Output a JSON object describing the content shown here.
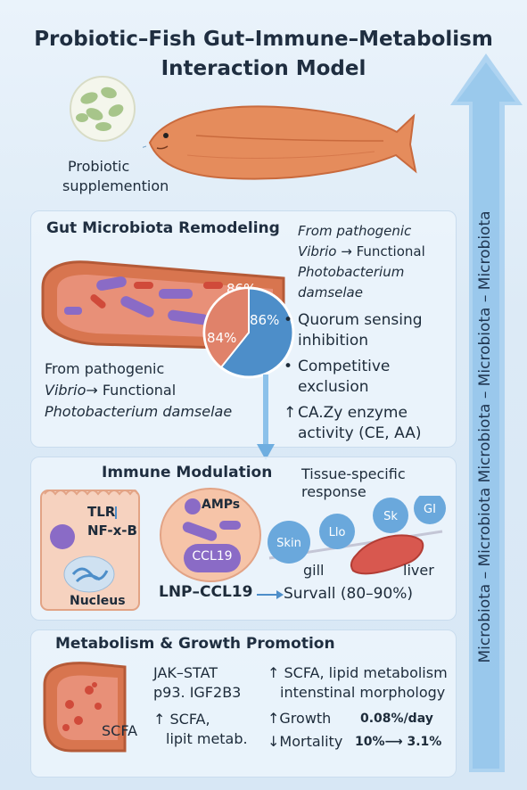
{
  "title_line1": "Probiotic–Fish Gut–Immune–Metabolism",
  "title_line2": "Interaction Model",
  "side_arrow_label": "Microbiota – Microbiota Microbiota – Microbiota – Microbiota",
  "probiotic": {
    "label_line1": "Probiotic",
    "label_line2": "supplemention"
  },
  "gut": {
    "heading": "Gut Microbiota Remodeling",
    "pct_top": "86%",
    "pie_left": "84%",
    "pie_right": "86%",
    "left_line1": "From pathogenic",
    "left_line2_italic": "Vibrio",
    "left_line2_rest": "→ Functional",
    "left_line3": "Photobacterium damselae",
    "right_line1": "From pathogenic",
    "right_line2_italic": "Vibrio",
    "right_line2_rest": " → Functional",
    "right_line3": "Photobacterium",
    "right_line4": "damselae",
    "bullets": [
      {
        "mark": "•",
        "line1": "Quorum sensing",
        "line2": "inhibition"
      },
      {
        "mark": "•",
        "line1": "Competitive",
        "line2": "exclusion"
      },
      {
        "mark": "↑",
        "line1": "CA.Zy enzyme",
        "line2": "activity (CE, AA)"
      }
    ]
  },
  "immune": {
    "heading": "Immune Modulation",
    "tlr": "TLR",
    "nfkb": "NF-x-B",
    "nucleus": "Nucleus",
    "amps": "AMPs",
    "ccl19": "CCL19",
    "lnp": "LNP–CCL19",
    "tissue_line1": "Tissue-specific",
    "tissue_line2": "response",
    "organs": [
      "Skin",
      "Llo",
      "Sk",
      "GI"
    ],
    "gill": "gill",
    "liver": "liver",
    "survival": "Survall (80–90%)"
  },
  "metabolism": {
    "heading": "Metabolism & Growth Promotion",
    "scfa_label": "SCFA",
    "jak": "JAK–STAT",
    "p93": "p93. IGF2B3",
    "scfa_mid_line1": "↑ SCFA,",
    "scfa_mid_line2": "lipit metab.",
    "right_line1": "↑ SCFA, lipid metabolism",
    "right_line2": "intenstinal morphology",
    "growth_label": "↑Growth",
    "growth_value": "0.08%/day",
    "mortality_label": "↓Mortality",
    "mortality_value": "10%⟶ 3.1%"
  },
  "colors": {
    "arrow": "#8cc1ea",
    "fish": "#e58c5c",
    "pie_blue": "#4d8ec9",
    "pie_orange": "#e0826a",
    "bacteria_purple": "#8a6bc6"
  }
}
